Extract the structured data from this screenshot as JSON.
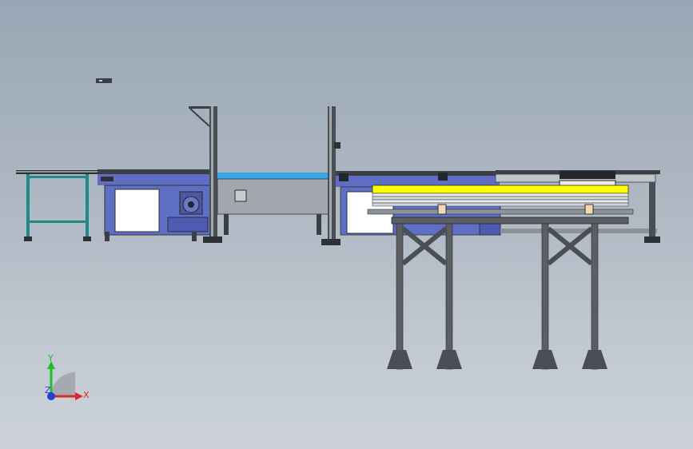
{
  "viewport": {
    "background_top": "#9aa6b5",
    "background_bottom": "#ccd2d8"
  },
  "colors": {
    "frame": "#3a3f45",
    "frame_light": "#8d9299",
    "conveyor_body": "#5f6ec2",
    "conveyor_blue_belt": "#39a7e6",
    "panel": "#ffffff",
    "table_green": "#1f8a86",
    "roller_yellow": "#ffff00",
    "stand_gray": "#5b5f63",
    "highlight_red": "#e0282a"
  },
  "triad": {
    "x_label": "X",
    "y_label": "Y",
    "z_label": "Z",
    "x_color": "#e0282a",
    "y_color": "#1fbf2a",
    "z_color": "#2a3ad8"
  },
  "components": {
    "work_table": "work-table",
    "infeed_conveyor": "infeed-conveyor",
    "gantry_left": "gantry-post-left",
    "gantry_right": "gantry-post-right",
    "outfeed_conveyor": "outfeed-conveyor",
    "elevated_rack": "elevated-rack"
  }
}
